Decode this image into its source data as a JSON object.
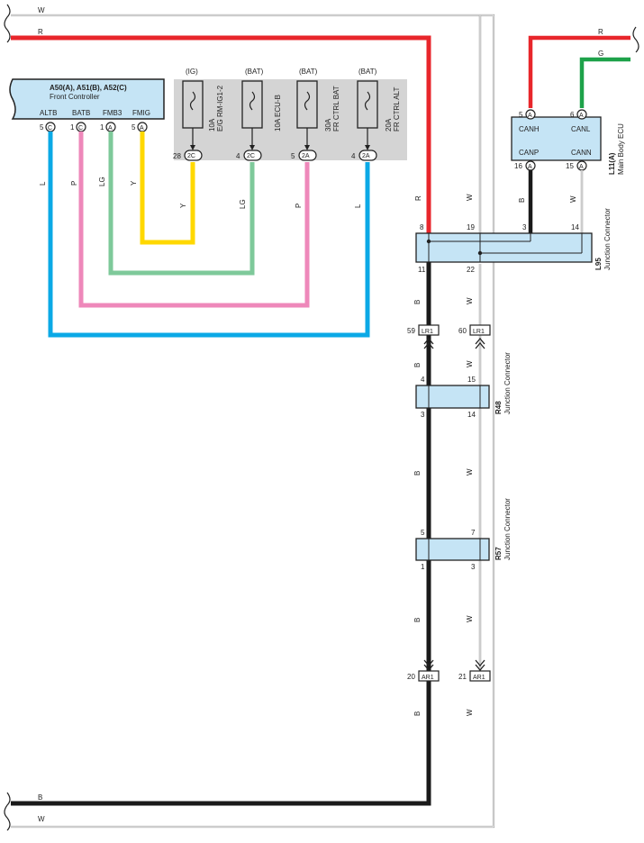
{
  "front_controller": {
    "title": "A50(A), A51(B), A52(C)",
    "subtitle": "Front Controller",
    "pins": [
      {
        "name": "ALTB",
        "num": "5",
        "conn": "C"
      },
      {
        "name": "BATB",
        "num": "1",
        "conn": "C"
      },
      {
        "name": "FMB3",
        "num": "1",
        "conn": "A"
      },
      {
        "name": "FMIG",
        "num": "5",
        "conn": "A"
      }
    ]
  },
  "fuses": [
    {
      "supply": "(IG)",
      "rating": "10A",
      "name": "E/G RM-IG1-2",
      "pin": "28",
      "conn": "2C"
    },
    {
      "supply": "(BAT)",
      "rating": "",
      "name": "10A ECU-B",
      "pin": "4",
      "conn": "2C"
    },
    {
      "supply": "(BAT)",
      "rating": "30A",
      "name": "FR CTRL BAT",
      "pin": "5",
      "conn": "2A"
    },
    {
      "supply": "(BAT)",
      "rating": "20A",
      "name": "FR CTRL ALT",
      "pin": "4",
      "conn": "2A"
    }
  ],
  "wire_labels": {
    "L": "L",
    "P": "P",
    "LG": "LG",
    "Y": "Y",
    "R": "R",
    "W": "W",
    "G": "G",
    "B": "B"
  },
  "main_body_ecu": {
    "code": "L11(A)",
    "name": "Main Body ECU",
    "pins": [
      {
        "name": "CANH",
        "num": "5",
        "conn": "A"
      },
      {
        "name": "CANL",
        "num": "6",
        "conn": "A"
      },
      {
        "name": "CANP",
        "num": "16",
        "conn": "A"
      },
      {
        "name": "CANN",
        "num": "15",
        "conn": "A"
      }
    ]
  },
  "l95": {
    "code": "L95",
    "name": "Junction Connector",
    "pins": {
      "p8": "8",
      "p19": "19",
      "p3": "3",
      "p14": "14",
      "p11": "11",
      "p22": "22"
    }
  },
  "lr1": {
    "conn": "LR1",
    "left_pin": "59",
    "right_pin": "60"
  },
  "r48": {
    "code": "R48",
    "name": "Junction Connector",
    "pins": {
      "p4": "4",
      "p15": "15",
      "p3": "3",
      "p14": "14"
    }
  },
  "r57": {
    "code": "R57",
    "name": "Junction Connector",
    "pins": {
      "p5": "5",
      "p7": "7",
      "p1": "1",
      "p3": "3"
    }
  },
  "ar1": {
    "conn": "AR1",
    "left_pin": "20",
    "right_pin": "21"
  },
  "colors": {
    "red": "#e8262b",
    "green": "#1ea24a",
    "black": "#1a1a1a",
    "yellow": "#ffd800",
    "lightgreen": "#7ec99a",
    "pink": "#ee88ba",
    "blue": "#0ba9e6",
    "box_fill": "#c5e4f5",
    "fuse_bg": "#d4d4d4"
  }
}
